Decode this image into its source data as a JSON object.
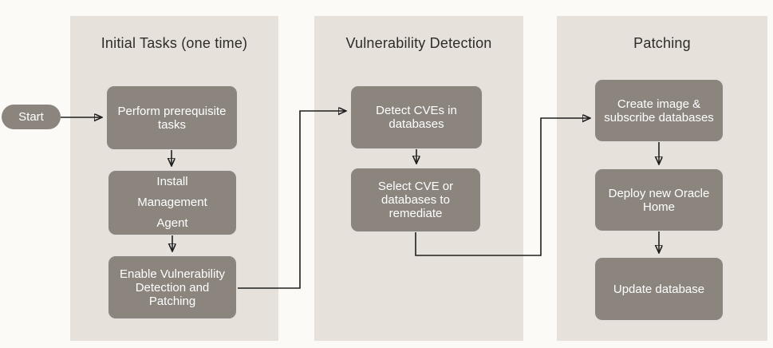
{
  "diagram": {
    "type": "flowchart",
    "start_label": "Start",
    "columns": [
      {
        "id": "initial-tasks",
        "label": "Initial Tasks (one time)"
      },
      {
        "id": "vulnerability-detection",
        "label": "Vulnerability Detection"
      },
      {
        "id": "patching",
        "label": "Patching"
      }
    ],
    "nodes": [
      {
        "id": "perform-prerequisite-tasks",
        "column": "initial-tasks",
        "label": "Perform prerequisite\ntasks"
      },
      {
        "id": "install-management-agent",
        "column": "initial-tasks",
        "label": "Install\nManagement\nAgent"
      },
      {
        "id": "enable-vulnerability-detection-and-patching",
        "column": "initial-tasks",
        "label": "Enable Vulnerability\nDetection and\nPatching"
      },
      {
        "id": "detect-cves-in-databases",
        "column": "vulnerability-detection",
        "label": "Detect CVEs in\ndatabases"
      },
      {
        "id": "select-cve-or-databases-to-remediate",
        "column": "vulnerability-detection",
        "label": "Select CVE or\ndatabases to\nremediate"
      },
      {
        "id": "create-image-and-subscribe-databases",
        "column": "patching",
        "label": "Create image  &\nsubscribe databases"
      },
      {
        "id": "deploy-new-oracle-home",
        "column": "patching",
        "label": "Deploy new Oracle\nHome"
      },
      {
        "id": "update-database",
        "column": "patching",
        "label": "Update database"
      }
    ],
    "edges": [
      {
        "from": "start",
        "to": "perform-prerequisite-tasks"
      },
      {
        "from": "perform-prerequisite-tasks",
        "to": "install-management-agent"
      },
      {
        "from": "install-management-agent",
        "to": "enable-vulnerability-detection-and-patching"
      },
      {
        "from": "enable-vulnerability-detection-and-patching",
        "to": "detect-cves-in-databases"
      },
      {
        "from": "detect-cves-in-databases",
        "to": "select-cve-or-databases-to-remediate"
      },
      {
        "from": "select-cve-or-databases-to-remediate",
        "to": "create-image-and-subscribe-databases"
      },
      {
        "from": "create-image-and-subscribe-databases",
        "to": "deploy-new-oracle-home"
      },
      {
        "from": "deploy-new-oracle-home",
        "to": "update-database"
      }
    ],
    "colors": {
      "background": "#fbfaf7",
      "panel": "#e6e1db",
      "node": "#8b857e",
      "node_text": "#ffffff",
      "arrow": "#1f1f1f",
      "heading": "#2f2b28"
    }
  }
}
